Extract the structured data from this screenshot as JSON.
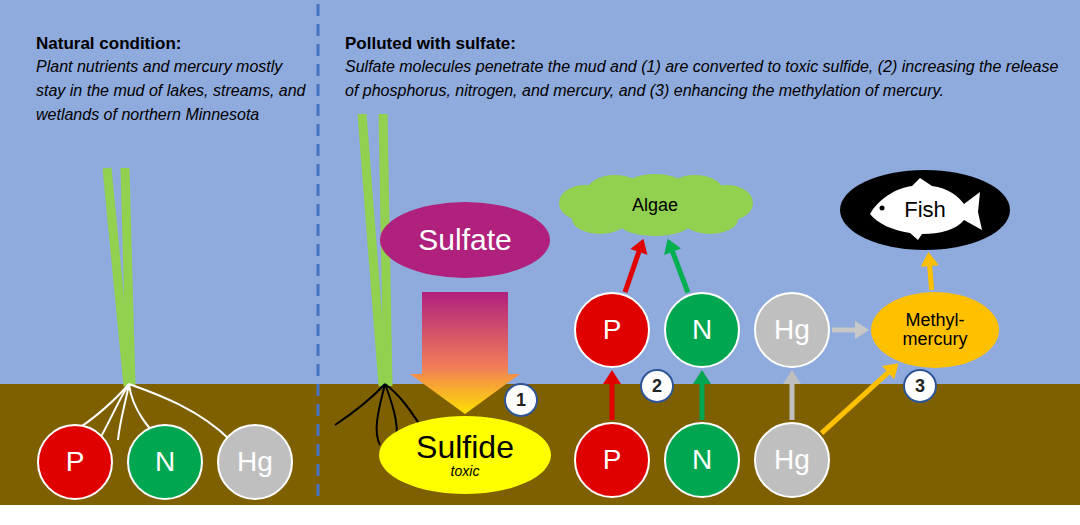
{
  "diagram": {
    "nodes": [
      {
        "text": [
          "P"
        ]
      },
      {
        "text": [
          "N"
        ]
      },
      {
        "text": [
          "Hg"
        ]
      },
      {
        "text": [
          "Sulfate"
        ]
      },
      {
        "text": [
          "Algae"
        ]
      },
      {
        "text": [
          "Fish"
        ]
      },
      {
        "text": [
          "P"
        ]
      },
      {
        "text": [
          "N"
        ]
      },
      {
        "text": [
          "Hg"
        ]
      },
      {
        "text": [
          "Methyl- mercury"
        ]
      },
      {
        "text": [
          "Sulfide",
          "toxic"
        ]
      },
      {
        "text": [
          "P"
        ]
      },
      {
        "text": [
          "N"
        ]
      },
      {
        "text": [
          "Hg"
        ]
      },
      {
        "text": [
          "1"
        ]
      },
      {
        "text": [
          "2"
        ]
      },
      {
        "text": [
          "3"
        ]
      }
    ],
    "edges": [
      {
        "from": 3,
        "to": 10,
        "arrow": "to"
      },
      {
        "from": 11,
        "to": 6,
        "arrow": "to"
      },
      {
        "from": 12,
        "to": 7,
        "arrow": "to"
      },
      {
        "from": 13,
        "to": 8,
        "arrow": "to"
      },
      {
        "from": 6,
        "to": 4,
        "arrow": "to"
      },
      {
        "from": 7,
        "to": 4,
        "arrow": "to"
      },
      {
        "from": 8,
        "to": 9,
        "arrow": "to"
      },
      {
        "from": 13,
        "to": 9,
        "arrow": "to"
      },
      {
        "from": 9,
        "to": 5,
        "arrow": "to"
      }
    ],
    "labels": [
      "Natural condition:",
      "Plant nutrients and mercury mostly stay in the mud of lakes, streams, and wetlands of northern Minnesota",
      "Polluted with sulfate:",
      "Sulfate molecules penetrate the mud and (1) are converted to toxic sulfide, (2) increasing the release of phosphorus, nitrogen, and mercury, and (3) enhancing the methylation of mercury."
    ]
  }
}
